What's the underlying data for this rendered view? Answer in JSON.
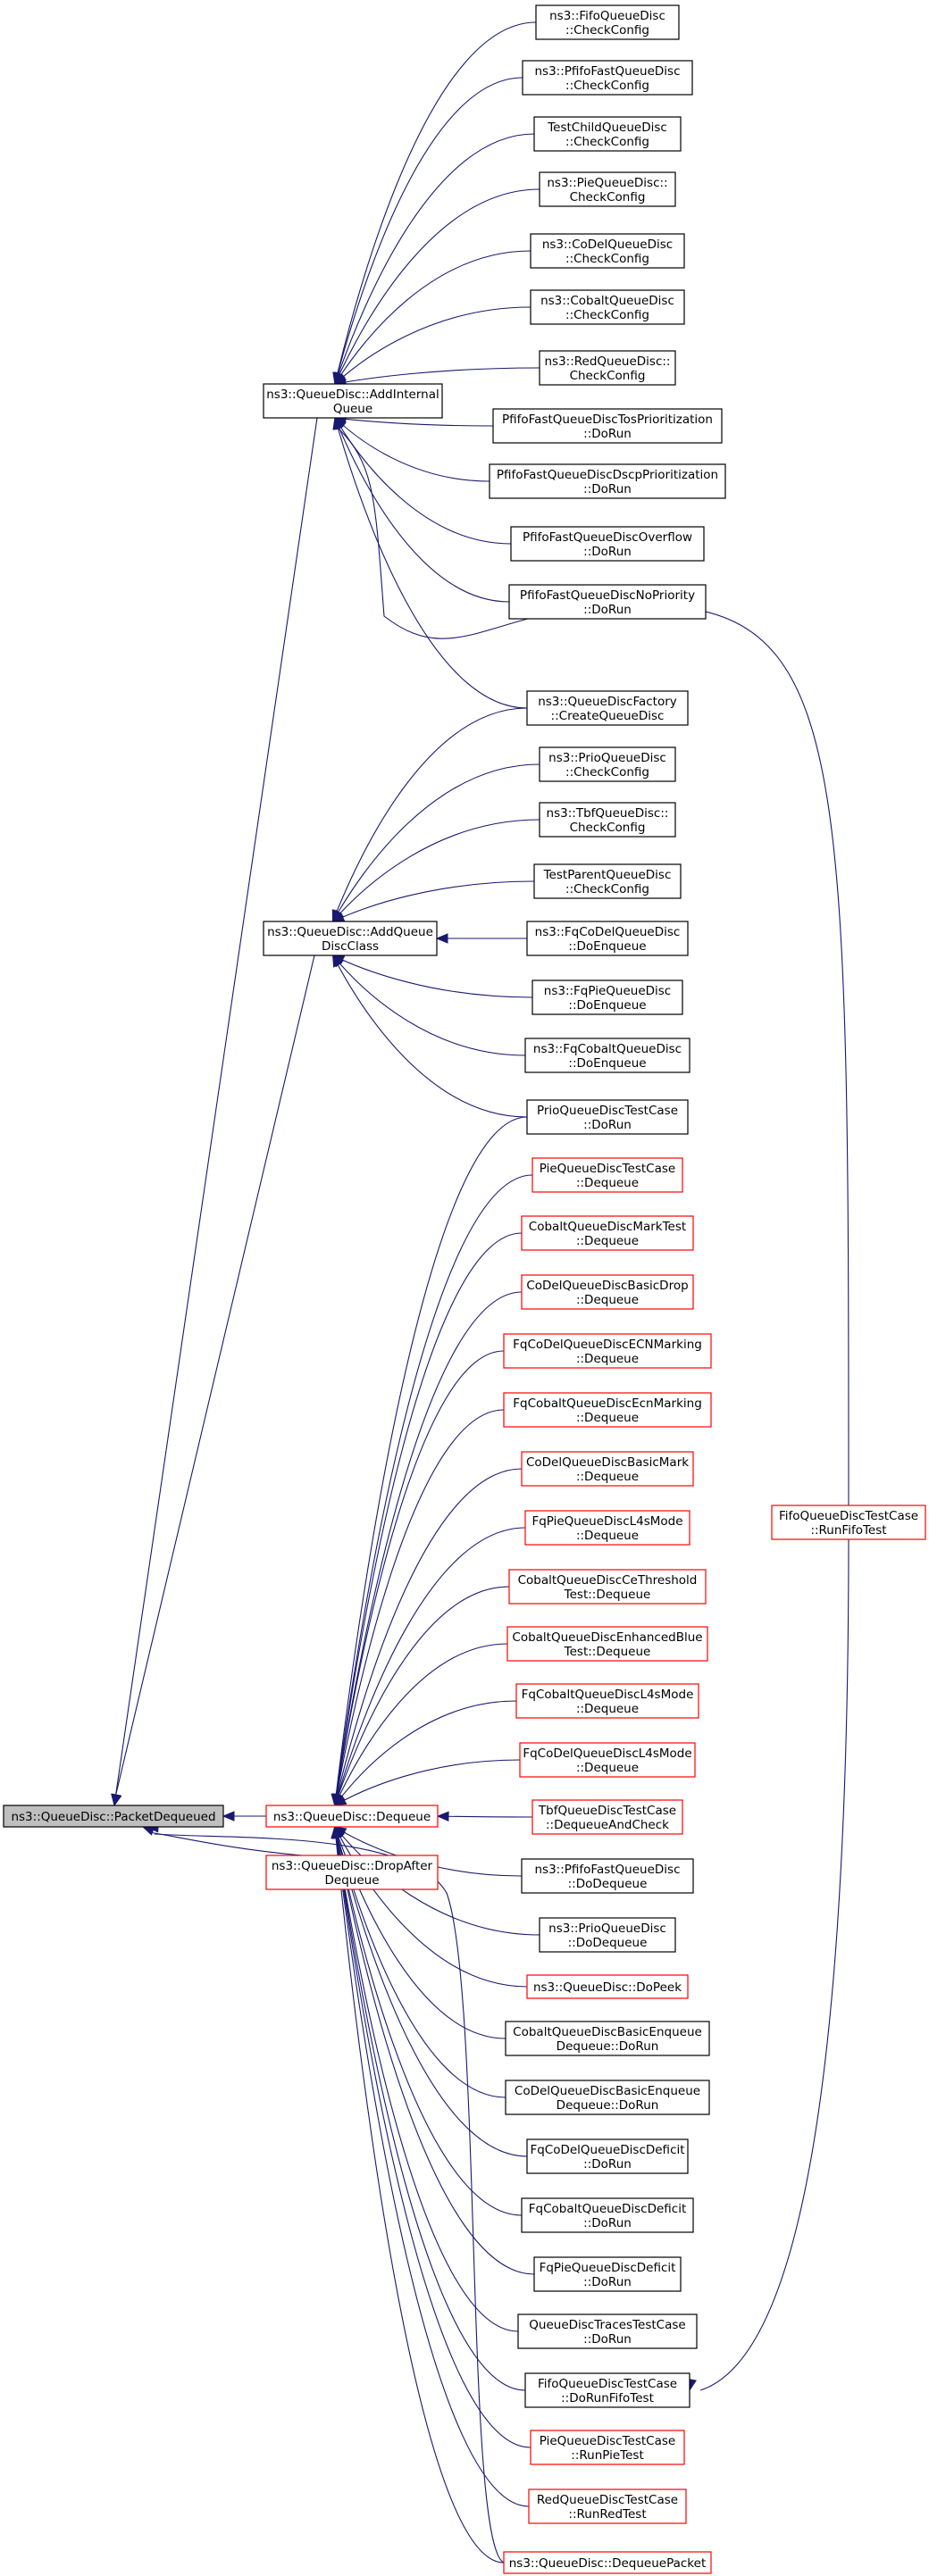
{
  "graph": {
    "edge_color": "#191970",
    "normal_border": "#000000",
    "link_border": "#ff0000",
    "root_fill": "#bfbfbf",
    "nodes": [
      {
        "id": "root",
        "lines": [
          "ns3::QueueDisc::PacketDequeued"
        ],
        "style": "root"
      },
      {
        "id": "addq",
        "lines": [
          "ns3::QueueDisc::AddInternal",
          "Queue"
        ],
        "style": "normal"
      },
      {
        "id": "addc",
        "lines": [
          "ns3::QueueDisc::AddQueue",
          "DiscClass"
        ],
        "style": "normal"
      },
      {
        "id": "deq",
        "lines": [
          "ns3::QueueDisc::Dequeue"
        ],
        "style": "link"
      },
      {
        "id": "dropafter",
        "lines": [
          "ns3::QueueDisc::DropAfter",
          "Dequeue"
        ],
        "style": "link"
      },
      {
        "id": "fifo_cc",
        "lines": [
          "ns3::FifoQueueDisc",
          "::CheckConfig"
        ],
        "style": "normal"
      },
      {
        "id": "pfifo_cc",
        "lines": [
          "ns3::PfifoFastQueueDisc",
          "::CheckConfig"
        ],
        "style": "normal"
      },
      {
        "id": "testchild_cc",
        "lines": [
          "TestChildQueueDisc",
          "::CheckConfig"
        ],
        "style": "normal"
      },
      {
        "id": "pie_cc",
        "lines": [
          "ns3::PieQueueDisc::",
          "CheckConfig"
        ],
        "style": "normal"
      },
      {
        "id": "codel_cc",
        "lines": [
          "ns3::CoDelQueueDisc",
          "::CheckConfig"
        ],
        "style": "normal"
      },
      {
        "id": "cobalt_cc",
        "lines": [
          "ns3::CobaltQueueDisc",
          "::CheckConfig"
        ],
        "style": "normal"
      },
      {
        "id": "red_cc",
        "lines": [
          "ns3::RedQueueDisc::",
          "CheckConfig"
        ],
        "style": "normal"
      },
      {
        "id": "pftos",
        "lines": [
          "PfifoFastQueueDiscTosPrioritization",
          "::DoRun"
        ],
        "style": "normal"
      },
      {
        "id": "pfdscp",
        "lines": [
          "PfifoFastQueueDiscDscpPrioritization",
          "::DoRun"
        ],
        "style": "normal"
      },
      {
        "id": "pfover",
        "lines": [
          "PfifoFastQueueDiscOverflow",
          "::DoRun"
        ],
        "style": "normal"
      },
      {
        "id": "pfnoprio",
        "lines": [
          "PfifoFastQueueDiscNoPriority",
          "::DoRun"
        ],
        "style": "normal"
      },
      {
        "id": "factory",
        "lines": [
          "ns3::QueueDiscFactory",
          "::CreateQueueDisc"
        ],
        "style": "normal"
      },
      {
        "id": "prio_cc",
        "lines": [
          "ns3::PrioQueueDisc",
          "::CheckConfig"
        ],
        "style": "normal"
      },
      {
        "id": "tbf_cc",
        "lines": [
          "ns3::TbfQueueDisc::",
          "CheckConfig"
        ],
        "style": "normal"
      },
      {
        "id": "testparent_cc",
        "lines": [
          "TestParentQueueDisc",
          "::CheckConfig"
        ],
        "style": "normal"
      },
      {
        "id": "fqcodel_enq",
        "lines": [
          "ns3::FqCoDelQueueDisc",
          "::DoEnqueue"
        ],
        "style": "normal"
      },
      {
        "id": "fqpie_enq",
        "lines": [
          "ns3::FqPieQueueDisc",
          "::DoEnqueue"
        ],
        "style": "normal"
      },
      {
        "id": "fqcobalt_enq",
        "lines": [
          "ns3::FqCobaltQueueDisc",
          "::DoEnqueue"
        ],
        "style": "normal"
      },
      {
        "id": "prio_run",
        "lines": [
          "PrioQueueDiscTestCase",
          "::DoRun"
        ],
        "style": "normal"
      },
      {
        "id": "pie_deq",
        "lines": [
          "PieQueueDiscTestCase",
          "::Dequeue"
        ],
        "style": "link"
      },
      {
        "id": "cobaltmark_deq",
        "lines": [
          "CobaltQueueDiscMarkTest",
          "::Dequeue"
        ],
        "style": "link"
      },
      {
        "id": "codeldrop_deq",
        "lines": [
          "CoDelQueueDiscBasicDrop",
          "::Dequeue"
        ],
        "style": "link"
      },
      {
        "id": "fqcodelecn_deq",
        "lines": [
          "FqCoDelQueueDiscECNMarking",
          "::Dequeue"
        ],
        "style": "link"
      },
      {
        "id": "fqcobaltecn_deq",
        "lines": [
          "FqCobaltQueueDiscEcnMarking",
          "::Dequeue"
        ],
        "style": "link"
      },
      {
        "id": "codelmark_deq",
        "lines": [
          "CoDelQueueDiscBasicMark",
          "::Dequeue"
        ],
        "style": "link"
      },
      {
        "id": "fqpiel4s_deq",
        "lines": [
          "FqPieQueueDiscL4sMode",
          "::Dequeue"
        ],
        "style": "link"
      },
      {
        "id": "cobaltce_deq",
        "lines": [
          "CobaltQueueDiscCeThreshold",
          "Test::Dequeue"
        ],
        "style": "link"
      },
      {
        "id": "cobaltblue_deq",
        "lines": [
          "CobaltQueueDiscEnhancedBlue",
          "Test::Dequeue"
        ],
        "style": "link"
      },
      {
        "id": "fqcobaltl4s_deq",
        "lines": [
          "FqCobaltQueueDiscL4sMode",
          "::Dequeue"
        ],
        "style": "link"
      },
      {
        "id": "fqcodell4s_deq",
        "lines": [
          "FqCoDelQueueDiscL4sMode",
          "::Dequeue"
        ],
        "style": "link"
      },
      {
        "id": "tbf_check",
        "lines": [
          "TbfQueueDiscTestCase",
          "::DequeueAndCheck"
        ],
        "style": "link"
      },
      {
        "id": "pfifo_dodeq",
        "lines": [
          "ns3::PfifoFastQueueDisc",
          "::DoDequeue"
        ],
        "style": "normal"
      },
      {
        "id": "prio_dodeq",
        "lines": [
          "ns3::PrioQueueDisc",
          "::DoDequeue"
        ],
        "style": "normal"
      },
      {
        "id": "dopeek",
        "lines": [
          "ns3::QueueDisc::DoPeek"
        ],
        "style": "link"
      },
      {
        "id": "cobaltbasic_run",
        "lines": [
          "CobaltQueueDiscBasicEnqueue",
          "Dequeue::DoRun"
        ],
        "style": "normal"
      },
      {
        "id": "codelbasic_run",
        "lines": [
          "CoDelQueueDiscBasicEnqueue",
          "Dequeue::DoRun"
        ],
        "style": "normal"
      },
      {
        "id": "fqcodeldef_run",
        "lines": [
          "FqCoDelQueueDiscDeficit",
          "::DoRun"
        ],
        "style": "normal"
      },
      {
        "id": "fqcobaltdef_run",
        "lines": [
          "FqCobaltQueueDiscDeficit",
          "::DoRun"
        ],
        "style": "normal"
      },
      {
        "id": "fqpiedef_run",
        "lines": [
          "FqPieQueueDiscDeficit",
          "::DoRun"
        ],
        "style": "normal"
      },
      {
        "id": "traces_run",
        "lines": [
          "QueueDiscTracesTestCase",
          "::DoRun"
        ],
        "style": "normal"
      },
      {
        "id": "fifo_dorun",
        "lines": [
          "FifoQueueDiscTestCase",
          "::DoRunFifoTest"
        ],
        "style": "normal"
      },
      {
        "id": "pie_runtest",
        "lines": [
          "PieQueueDiscTestCase",
          "::RunPieTest"
        ],
        "style": "link"
      },
      {
        "id": "red_runtest",
        "lines": [
          "RedQueueDiscTestCase",
          "::RunRedTest"
        ],
        "style": "link"
      },
      {
        "id": "deqpacket",
        "lines": [
          "ns3::QueueDisc::DequeuePacket"
        ],
        "style": "link"
      },
      {
        "id": "fifo_runfifo",
        "lines": [
          "FifoQueueDiscTestCase",
          "::RunFifoTest"
        ],
        "style": "link"
      }
    ]
  }
}
